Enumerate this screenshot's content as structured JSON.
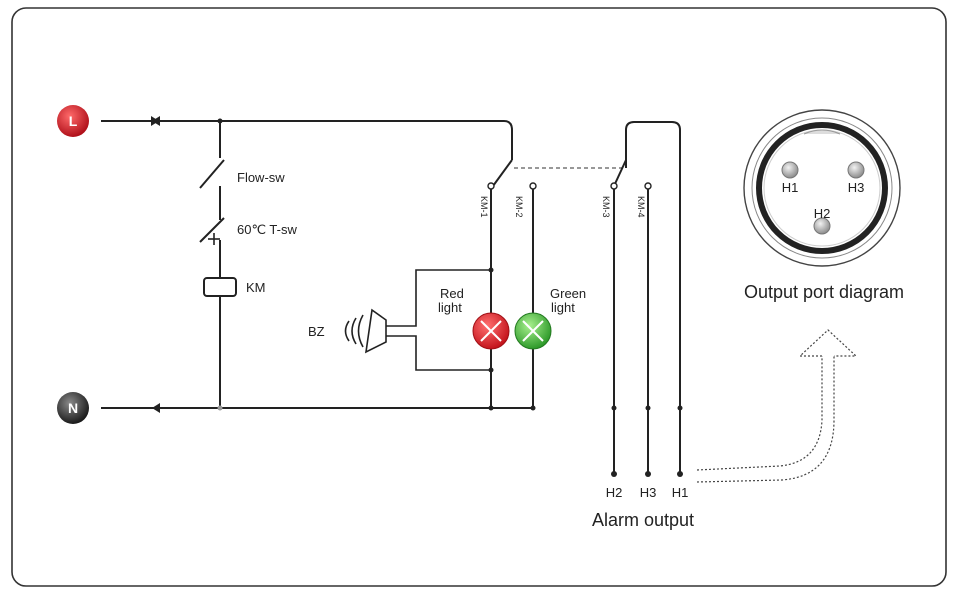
{
  "terminals": {
    "live": "L",
    "neutral": "N"
  },
  "labels": {
    "flow_switch": "Flow-sw",
    "temp_switch": "60℃ T-sw",
    "coil": "KM",
    "buzzer": "BZ",
    "red_light": [
      "Red",
      "light"
    ],
    "green_light": [
      "Green",
      "light"
    ],
    "contacts": [
      "KM-1",
      "KM-2",
      "KM-3",
      "KM-4"
    ],
    "outputs": [
      "H2",
      "H3",
      "H1"
    ],
    "alarm_output": "Alarm output",
    "port_diagram": "Output port diagram",
    "port_pins": {
      "h1": "H1",
      "h3": "H3",
      "h2": "H2"
    }
  },
  "colors": {
    "live_terminal": "#c8171e",
    "neutral_terminal": "#2a2a2a",
    "red_light": "#d81e26",
    "green_light": "#3fb13a",
    "frame": "#333333"
  }
}
